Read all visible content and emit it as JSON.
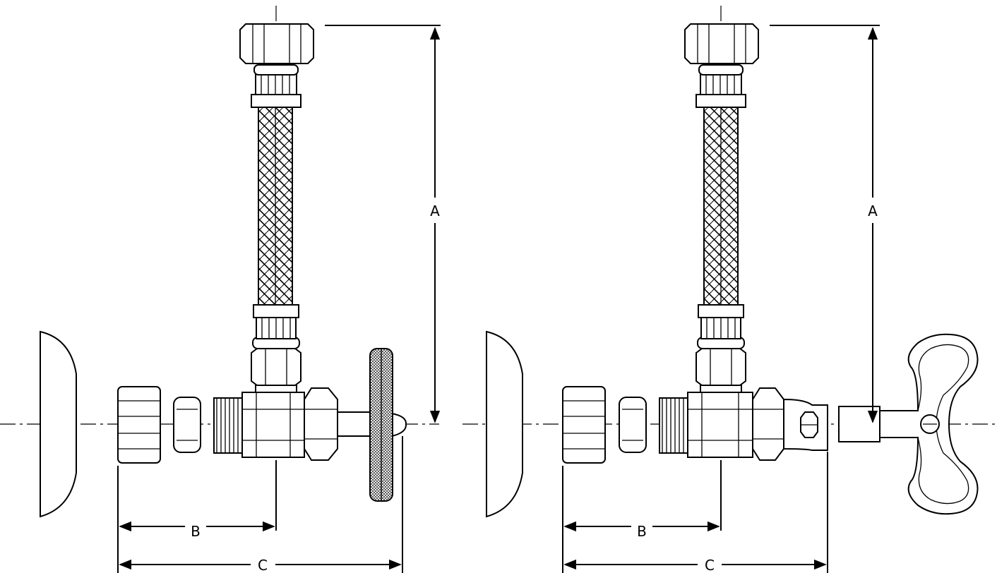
{
  "diagram": {
    "labels": {
      "dimension_a": "A",
      "dimension_b": "B",
      "dimension_c": "C"
    },
    "views": [
      {
        "id": "left",
        "handle": "round-handwheel-icon"
      },
      {
        "id": "right",
        "handle": "loose-key-handle-icon"
      }
    ],
    "colors": {
      "line": "#000000",
      "fill": "#ffffff"
    }
  }
}
